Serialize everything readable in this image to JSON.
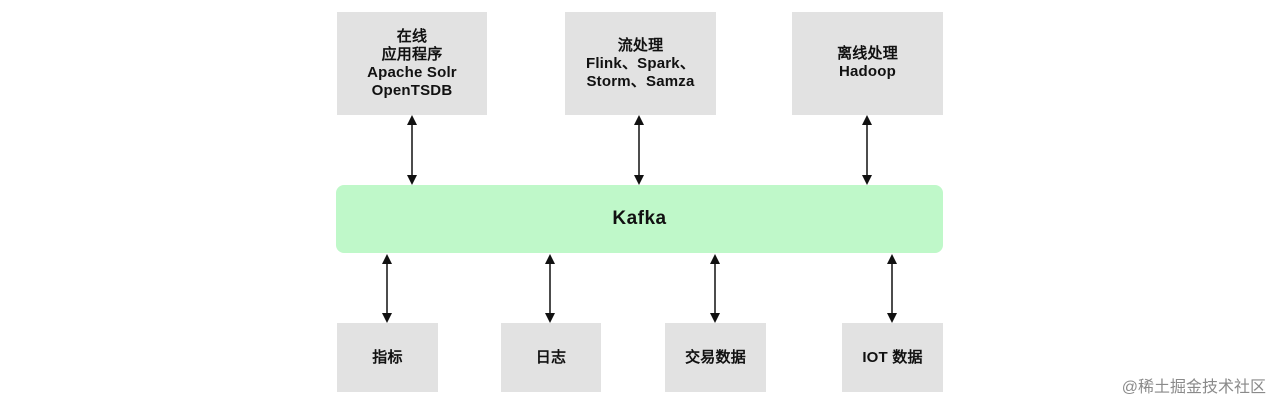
{
  "top_nodes": [
    {
      "id": "online",
      "lines": [
        "在线",
        "应用程序",
        "Apache Solr",
        "OpenTSDB"
      ]
    },
    {
      "id": "stream",
      "lines": [
        "流处理",
        "Flink、Spark、",
        "Storm、Samza"
      ]
    },
    {
      "id": "offline",
      "lines": [
        "离线处理",
        "Hadoop"
      ]
    }
  ],
  "hub": {
    "label": "Kafka",
    "color": "#bff8c9"
  },
  "bottom_nodes": [
    {
      "id": "metrics",
      "label": "指标"
    },
    {
      "id": "logs",
      "label": "日志"
    },
    {
      "id": "transactions",
      "label": "交易数据"
    },
    {
      "id": "iot",
      "label": "IOT 数据"
    }
  ],
  "box_color": "#e2e2e2",
  "edges": [
    {
      "from": "online",
      "to": "hub",
      "direction": "bidirectional"
    },
    {
      "from": "stream",
      "to": "hub",
      "direction": "bidirectional"
    },
    {
      "from": "offline",
      "to": "hub",
      "direction": "bidirectional"
    },
    {
      "from": "hub",
      "to": "metrics",
      "direction": "bidirectional"
    },
    {
      "from": "hub",
      "to": "logs",
      "direction": "bidirectional"
    },
    {
      "from": "hub",
      "to": "transactions",
      "direction": "bidirectional"
    },
    {
      "from": "hub",
      "to": "iot",
      "direction": "bidirectional"
    }
  ],
  "watermark": "@稀土掘金技术社区"
}
